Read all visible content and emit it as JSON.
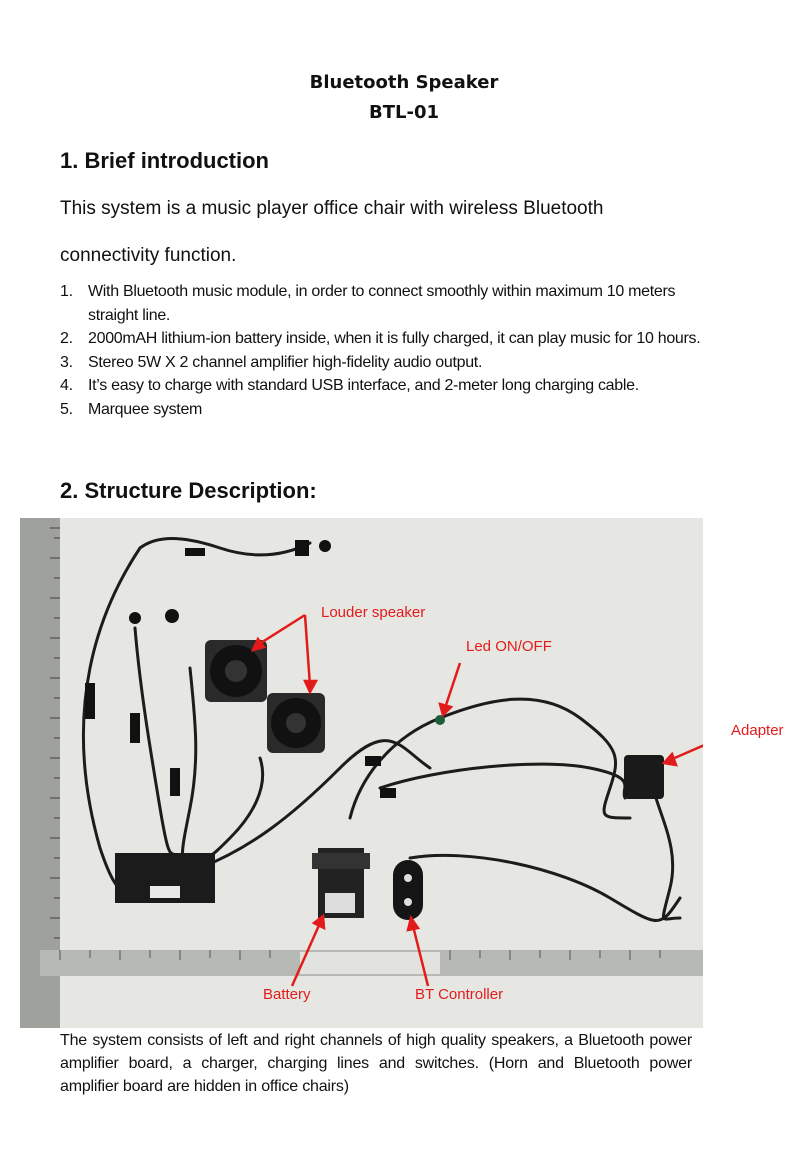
{
  "title": {
    "line1": "Bluetooth Speaker",
    "line2": "BTL-01"
  },
  "section1": {
    "heading": "1. Brief introduction",
    "intro_line1": "This system is a music player office chair with wireless Bluetooth",
    "intro_line2": "connectivity function.",
    "items": [
      {
        "num": "1.",
        "text": "With Bluetooth music module, in order to connect smoothly within maximum 10 meters straight line."
      },
      {
        "num": "2.",
        "text": "2000mAH lithium-ion battery inside, when it is fully charged, it can play music for 10 hours."
      },
      {
        "num": "3.",
        "text": "Stereo 5W X 2 channel amplifier high-fidelity audio output."
      },
      {
        "num": "4.",
        "text": "It’s easy to charge with standard USB interface, and 2-meter long charging cable."
      },
      {
        "num": "5.",
        "text": "Marquee system"
      }
    ]
  },
  "section2": {
    "heading": "2. Structure Description:",
    "callouts": {
      "louder_speaker": "Louder speaker",
      "led": "Led ON/OFF",
      "adapter": "Adapter",
      "battery": "Battery",
      "bt_controller": "BT Controller"
    },
    "summary": "The system consists of left and right channels of high quality speakers, a Bluetooth power amplifier board, a charger, charging lines and switches. (Horn and Bluetooth power amplifier board are hidden in office chairs)"
  },
  "colors": {
    "callout": "#e31b1b",
    "text": "#111111",
    "photo_background": "#e6e7e3"
  }
}
